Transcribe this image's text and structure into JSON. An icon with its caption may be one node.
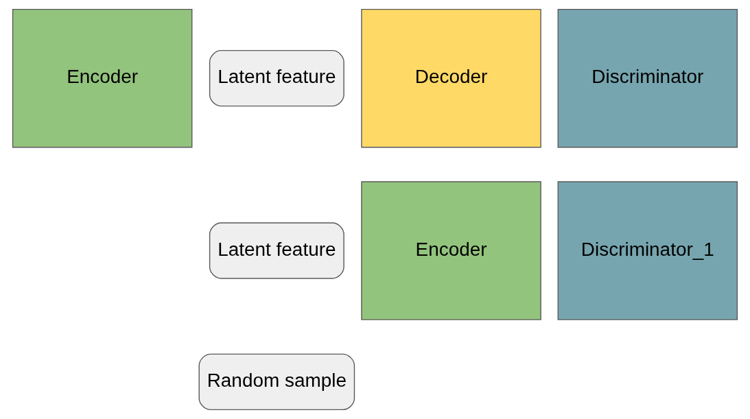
{
  "diagram": {
    "nodes": [
      {
        "text": [
          "Encoder"
        ]
      },
      {
        "text": [
          "Latent feature"
        ]
      },
      {
        "text": [
          "Decoder"
        ]
      },
      {
        "text": [
          "Discriminator"
        ]
      },
      {
        "text": [
          "Encoder"
        ]
      },
      {
        "text": [
          "Latent feature"
        ]
      },
      {
        "text": [
          "Random sample"
        ]
      },
      {
        "text": [
          "Discriminator_1"
        ]
      }
    ],
    "edges": []
  }
}
